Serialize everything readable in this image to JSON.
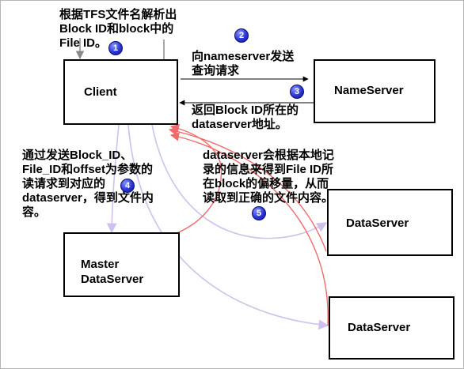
{
  "nodes": {
    "client": "Client",
    "nameserver": "NameServer",
    "master_dataserver": "Master\nDataServer",
    "dataserver_1": "DataServer",
    "dataserver_2": "DataServer"
  },
  "steps": [
    {
      "number": "1",
      "text": "根据TFS文件名解析出\nBlock ID和block中的\nFile ID。"
    },
    {
      "number": "2",
      "text": "向nameserver发送\n查询请求"
    },
    {
      "number": "3",
      "text": "返回Block ID所在的\ndataserver地址。"
    },
    {
      "number": "4",
      "text": "通过发送Block_ID、\nFile_ID和offset为参数的\n读请求到对应的\ndataserver，得到文件内\n容。"
    },
    {
      "number": "5",
      "text": "dataserver会根据本地记\n录的信息来得到File ID所\n在block的偏移量，从而\n读取到正确的文件内容。"
    }
  ],
  "colors": {
    "request_arrow": "#cfc0ee",
    "response_arrow": "#f06a6a",
    "badge": "#2b36d6",
    "box_border": "#000000"
  }
}
